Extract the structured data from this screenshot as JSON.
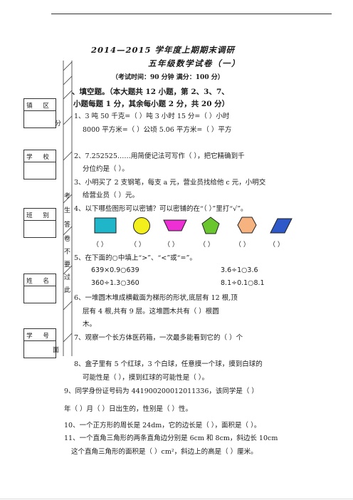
{
  "header": {
    "title": "2014—2015 学年度上期期末调研",
    "subtitle": "五年级数学试卷（一）",
    "exam_info": "（考试时间：90 分钟     满分：100 分）"
  },
  "binding": {
    "fields": [
      "镇  区",
      "学  校",
      "班  别",
      "姓  名",
      "学  号"
    ],
    "side_chars": [
      "分",
      "考",
      "生",
      "答",
      "卷",
      "不",
      "要",
      "过",
      "此",
      "面"
    ]
  },
  "section1": {
    "heading_line1": "、填空题。（本大题共 12 小题，第 2、3、7、",
    "heading_line2": "小题每题 1 分，其余每小题 2 分，共 20 分）"
  },
  "questions": {
    "q1_line1": "1、3 吨 50 千克=（        ）吨    3 小时 15 分=（        ）小时",
    "q1_line2": "8000 平方米=（     ）公顷    5.06 平方米=（     ）平方",
    "q2_line1": "2、7.252525……用简便记法可写作（          ），把它精确到千",
    "q2_line2": "分位约是（          ）。",
    "q3_line1": "3、小明买了 2 支钢笔，每支 a 元，营业员找给他 c 元，小明交",
    "q3_line2": "给营业员（        ）元。",
    "q4_line1": "4、以下哪些图形可以密铺？可以密铺的在“（  ）”里打“√”。",
    "q4_parens": [
      "（    ）",
      "（    ）",
      "（    ）",
      "（    ）",
      "（    ）",
      "（    ）"
    ],
    "q5_line1": "5、在下面的○中填上“>”、“<”或“=”。",
    "q5_a": "639×0.9○639",
    "q5_b": "3.6÷1○3.6",
    "q5_c": "360÷1.3○360",
    "q5_d": "8.1÷0.1○8.1",
    "q6_line1": "6、一堆圆木堆成横截面为梯形的形状,底层有 12 根,顶",
    "q6_line2": "层有 4 根,共有 9 层。这堆圆木共有（          ）根圆",
    "q6_line3": "木。",
    "q7_line1": "7、观察一个长方体医药箱，一次最多能看到它的（          ）个",
    "q8_line1": "8、盒子里有 5 个红球，3 个白球，任意摸一个球，摸到白球的",
    "q8_line2": "可能性是（          ），摸到红球的可能性是（          ）。",
    "q9_line1": "9、同学身份证号码为 441900200012011336，该同学是（          ）",
    "q9_line2": "年（        ）月（        ）日出生的，性别是（        ）性。",
    "q10_line1": "10、一个正方形的周长是 24dm，它的边长是（      ），面积是（      ）。",
    "q11_line1": "11、一个直角三角形的两条直角边分别是 6cm 和 8cm，斜边长 10cm",
    "q11_line2": "这个直角三角形的面积是（      ）cm²，斜边上的高是（  ）厘米。"
  },
  "shape_colors": {
    "square": "#1fb6c9",
    "circle": "#f3ef1c",
    "trapezoid": "#ee2fd6",
    "pentagon": "#69c62f",
    "hexagon": "#f6b37f",
    "parallelogram": "#2f58c9"
  }
}
